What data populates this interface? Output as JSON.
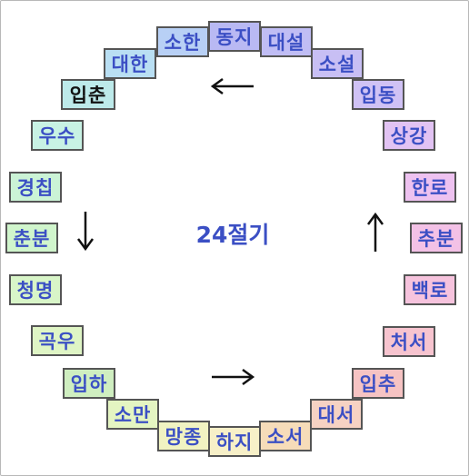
{
  "title": "24절기",
  "terms": [
    {
      "label": "동지",
      "bg": "#b9b9f3",
      "dark": false
    },
    {
      "label": "소한",
      "bg": "#b8d0f5",
      "dark": false
    },
    {
      "label": "대한",
      "bg": "#b9dff3",
      "dark": false
    },
    {
      "label": "입춘",
      "bg": "#bdeaea",
      "dark": true
    },
    {
      "label": "우수",
      "bg": "#c8f2e4",
      "dark": false
    },
    {
      "label": "경칩",
      "bg": "#cbf3d6",
      "dark": false
    },
    {
      "label": "춘분",
      "bg": "#d0f5cc",
      "dark": false
    },
    {
      "label": "청명",
      "bg": "#d8f5c8",
      "dark": false
    },
    {
      "label": "곡우",
      "bg": "#dff5c5",
      "dark": false
    },
    {
      "label": "입하",
      "bg": "#cfeec0",
      "dark": false
    },
    {
      "label": "소만",
      "bg": "#e4f5c2",
      "dark": false
    },
    {
      "label": "망종",
      "bg": "#f1f3c2",
      "dark": false
    },
    {
      "label": "하지",
      "bg": "#f7f0c8",
      "dark": false
    },
    {
      "label": "소서",
      "bg": "#f6dcb9",
      "dark": false
    },
    {
      "label": "대서",
      "bg": "#f6d2c3",
      "dark": false
    },
    {
      "label": "입추",
      "bg": "#f6c3c3",
      "dark": false
    },
    {
      "label": "처서",
      "bg": "#f7c4cf",
      "dark": false
    },
    {
      "label": "백로",
      "bg": "#f6c3dd",
      "dark": false
    },
    {
      "label": "추분",
      "bg": "#f3c1e6",
      "dark": false
    },
    {
      "label": "한로",
      "bg": "#eec2f0",
      "dark": false
    },
    {
      "label": "상강",
      "bg": "#e2c3f3",
      "dark": false
    },
    {
      "label": "입동",
      "bg": "#d0c2f5",
      "dark": false
    },
    {
      "label": "소설",
      "bg": "#c8bff4",
      "dark": false
    },
    {
      "label": "대설",
      "bg": "#c0bdf4",
      "dark": false
    }
  ],
  "arrows": [
    {
      "name": "arrow-left-icon",
      "glyph": "left"
    },
    {
      "name": "arrow-down-icon",
      "glyph": "down"
    },
    {
      "name": "arrow-right-icon",
      "glyph": "right"
    },
    {
      "name": "arrow-up-icon",
      "glyph": "up"
    }
  ]
}
